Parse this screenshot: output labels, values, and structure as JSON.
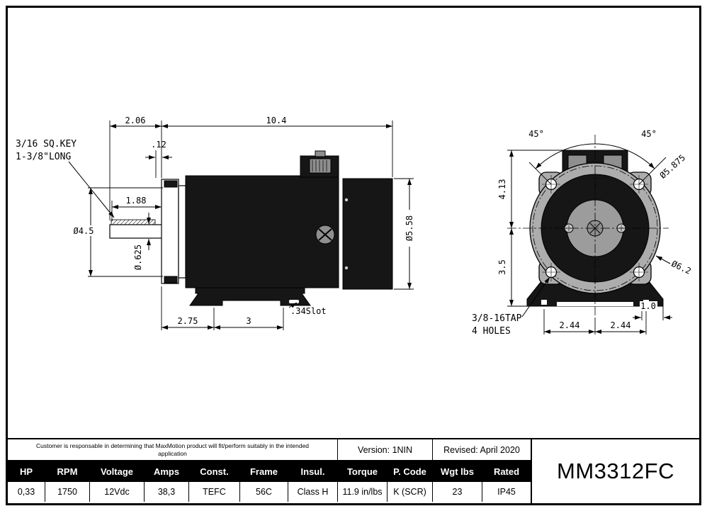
{
  "colors": {
    "line": "#000000",
    "motor_black": "#161616",
    "steel_gray": "#adadad",
    "cap_gray": "#8f8f8f",
    "table_header_bg": "#000000",
    "table_header_fg": "#ffffff"
  },
  "side_view": {
    "key_note_1": "3/16 SQ.KEY",
    "key_note_2": "1-3/8\"LONG",
    "dim_total": "2.06",
    "dim_body": "10.4",
    "dim_step": ".12",
    "dim_shaft_len": "1.88",
    "dim_pilot": "Ø4.5",
    "dim_shaft_dia": "Ø.625",
    "dim_body_dia": "Ø5.58",
    "dim_foot_front": "2.75",
    "dim_foot_span": "3",
    "slot_note": ".34Slot"
  },
  "front_view": {
    "angle_left": "45°",
    "angle_right": "45°",
    "dim_bolt_circle": "Ø5.875",
    "dim_height_top": "4.13",
    "dim_height_center": "3.5",
    "dim_outer": "Ø6.2",
    "tap_note_1": "3/8-16TAP",
    "tap_note_2": "4 HOLES",
    "dim_hole_left": "2.44",
    "dim_hole_right": "2.44",
    "dim_pad": "1.0"
  },
  "title_block": {
    "disclaimer_1": "Customer is responsable in determining that MaxMotion product will fit/perform suitably in the intended",
    "disclaimer_2": "application",
    "version": "Version: 1NIN",
    "revised": "Revised: April 2020",
    "model": "MM3312FC"
  },
  "spec_table": {
    "headers": [
      "HP",
      "RPM",
      "Voltage",
      "Amps",
      "Const.",
      "Frame",
      "Insul.",
      "Torque",
      "P. Code",
      "Wgt lbs",
      "Rated"
    ],
    "values": [
      "0,33",
      "1750",
      "12Vdc",
      "38,3",
      "TEFC",
      "56C",
      "Class H",
      "11.9 in/lbs",
      "K (SCR)",
      "23",
      "IP45"
    ]
  }
}
